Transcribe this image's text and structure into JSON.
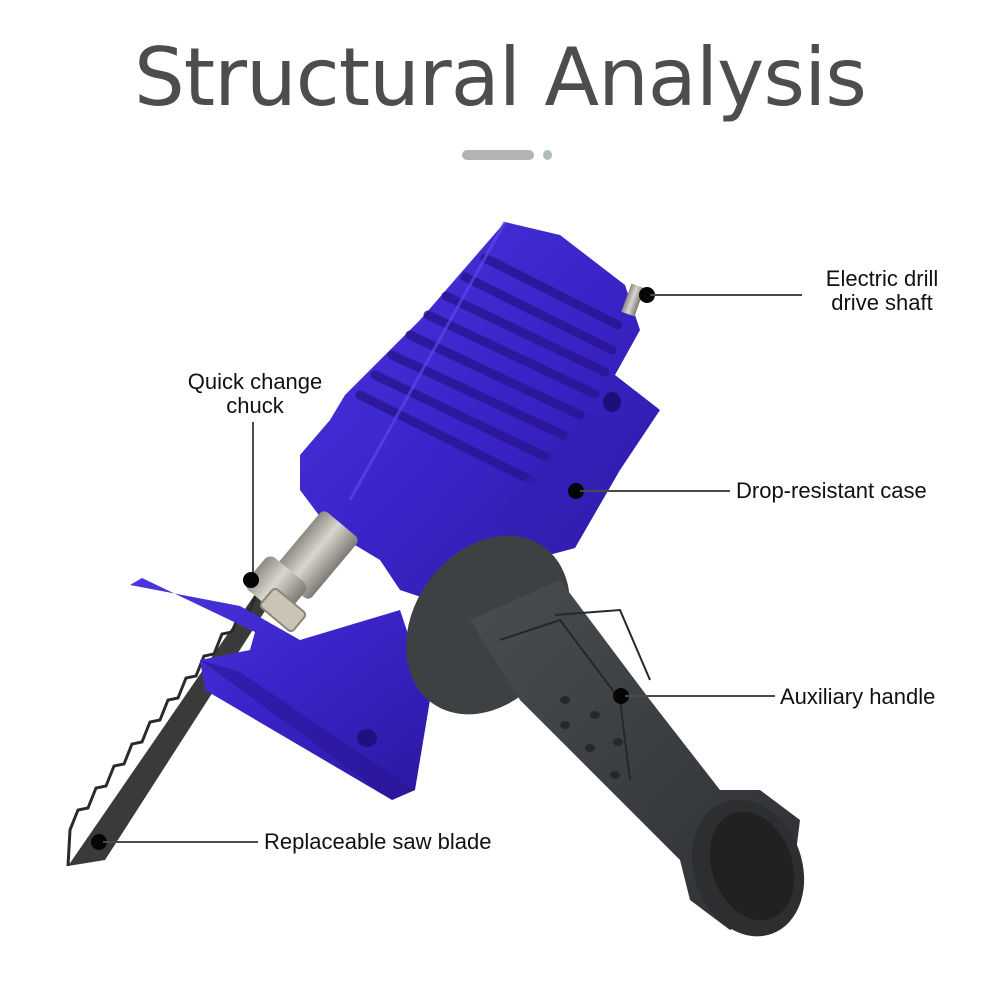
{
  "header": {
    "title": "Structural Analysis"
  },
  "colors": {
    "title": "#4d4d4d",
    "case_blue": "#3a24c8",
    "case_blue_dark": "#2a1696",
    "handle_gray": "#3c3f42",
    "metal": "#b9b6ae",
    "blade": "#3a3a3a",
    "callout_dot": "#050505",
    "callout_line": "#4a4a4a"
  },
  "callouts": [
    {
      "id": "drive-shaft",
      "line1": "Electric drill",
      "line2": "drive shaft"
    },
    {
      "id": "chuck",
      "line1": "Quick change",
      "line2": "chuck"
    },
    {
      "id": "case",
      "text": "Drop-resistant case"
    },
    {
      "id": "handle",
      "text": "Auxiliary handle"
    },
    {
      "id": "blade",
      "text": "Replaceable saw blade"
    }
  ]
}
